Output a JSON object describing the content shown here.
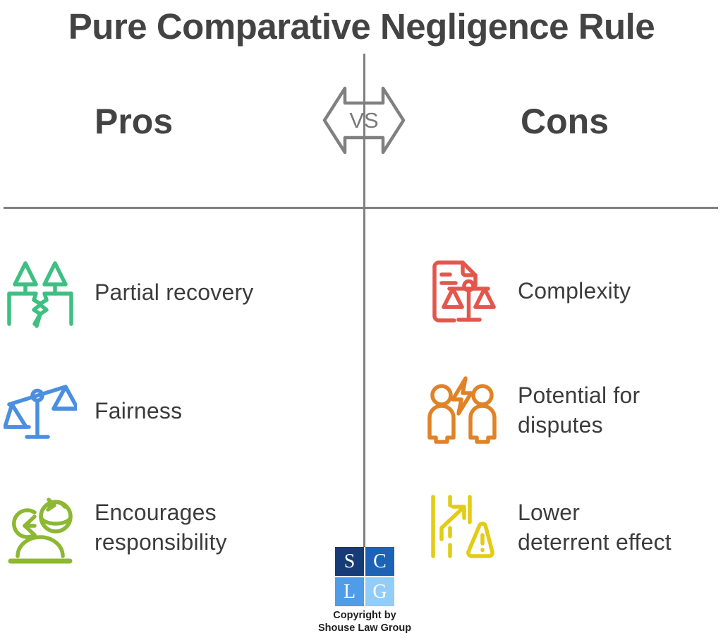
{
  "title": "Pure Comparative Negligence Rule",
  "center_badge": {
    "label": "VS",
    "icon": "double-arrow-vs-badge",
    "stroke_color": "#808080"
  },
  "divider": {
    "color": "#808080"
  },
  "columns": {
    "pros": {
      "heading": "Pros",
      "items": [
        {
          "label": "Partial recovery",
          "icon": "broken-scale-icon",
          "color": "#3fbf82"
        },
        {
          "label": "Fairness",
          "icon": "balance-scale-icon",
          "color": "#4a8fe0"
        },
        {
          "label": "Encourages\nresponsibility",
          "icon": "person-globe-arrow-icon",
          "color": "#8cb832"
        }
      ]
    },
    "cons": {
      "heading": "Cons",
      "items": [
        {
          "label": "Complexity",
          "icon": "document-scale-icon",
          "color": "#e4564c"
        },
        {
          "label": "Potential for\ndisputes",
          "icon": "two-people-lightning-icon",
          "color": "#e08327"
        },
        {
          "label": "Lower\ndeterrent effect",
          "icon": "road-arrow-warning-icon",
          "color": "#e2cc14"
        }
      ]
    }
  },
  "logo": {
    "letters": [
      "S",
      "C",
      "L",
      "G"
    ],
    "colors": [
      "#163c78",
      "#1c63b6",
      "#4f9ce8",
      "#92cdf9"
    ],
    "caption": "Copyright by\nShouse Law Group"
  },
  "text_colors": {
    "title": "#434343",
    "heading": "#434343",
    "item_label": "#3c3c3c",
    "caption": "#1f1f1f"
  }
}
